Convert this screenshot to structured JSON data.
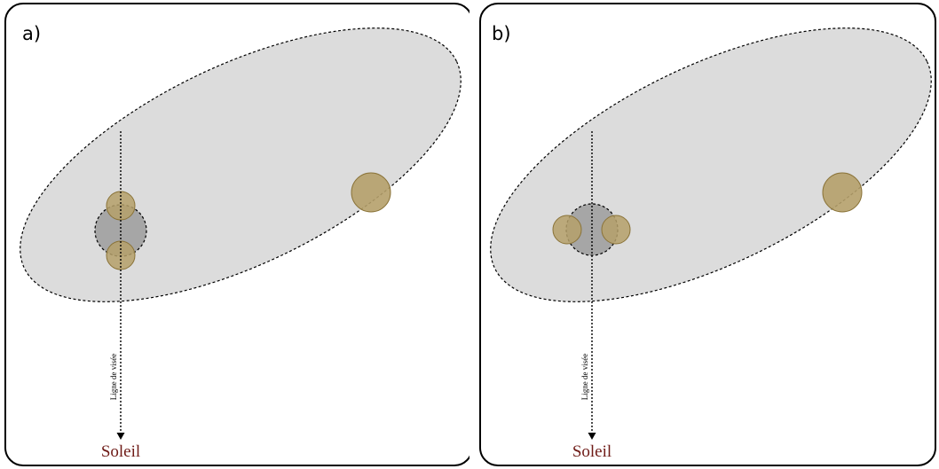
{
  "panels": [
    {
      "letter": "a)",
      "sun_label": "Soleil",
      "line_of_sight_label": "Ligne de visée",
      "moon_arrangement": "vertical"
    },
    {
      "letter": "b)",
      "sun_label": "Soleil",
      "line_of_sight_label": "Ligne de visée",
      "moon_arrangement": "horizontal"
    }
  ],
  "colors": {
    "orbit_fill": "#dcdcdc",
    "planet_fill": "#a6a6a6",
    "moon_fill": "#b5a06a",
    "moon_stroke": "#8a7338",
    "sun_label": "#6e1a16",
    "frame_stroke": "#000000"
  }
}
